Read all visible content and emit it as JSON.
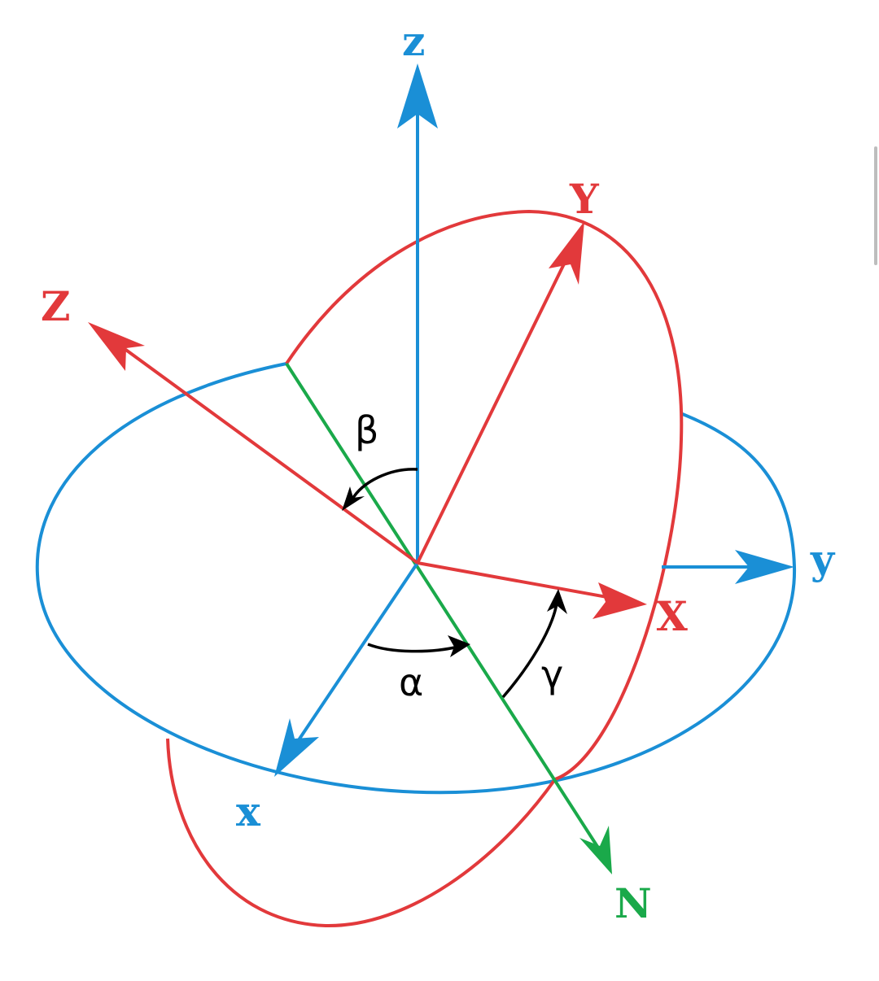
{
  "colors": {
    "fixed_frame": "#1a8fd6",
    "rotated_frame": "#e2393b",
    "node_line": "#1aa94a",
    "angle_marks": "#000000"
  },
  "labels": {
    "fixed_z": "z",
    "fixed_y": "y",
    "fixed_x": "x",
    "rotated_Z": "Z",
    "rotated_Y": "Y",
    "rotated_X": "X",
    "node_N": "N",
    "alpha": "α",
    "beta": "β",
    "gamma": "γ"
  }
}
